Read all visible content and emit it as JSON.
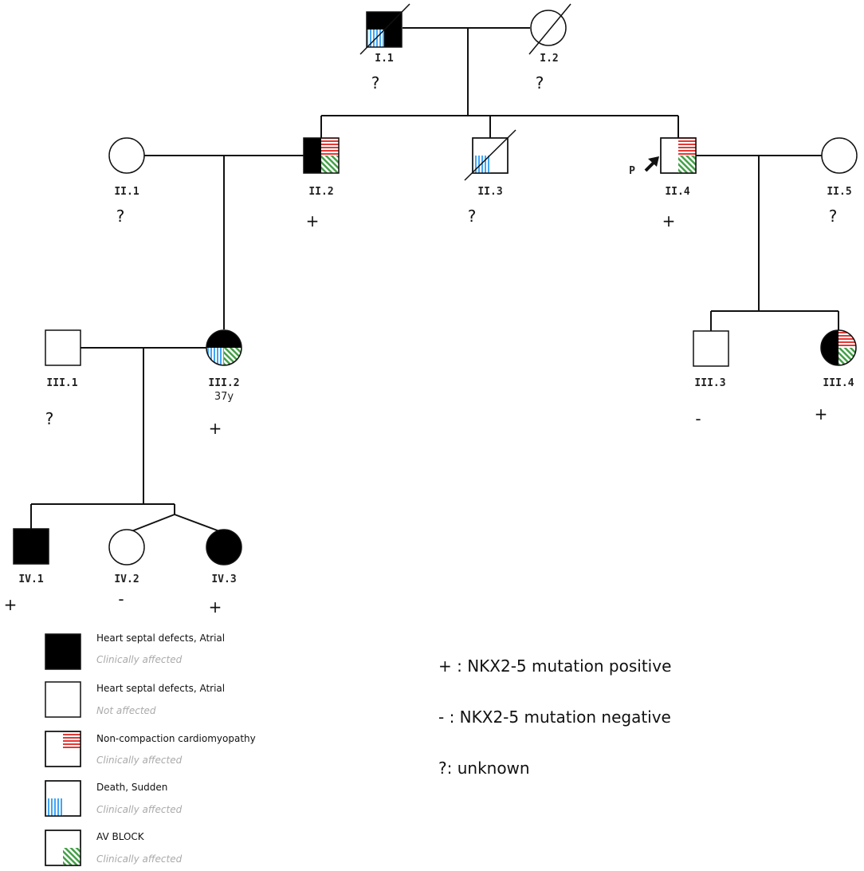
{
  "individuals": {
    "I1": {
      "label": "I.1",
      "status": "?"
    },
    "I2": {
      "label": "I.2",
      "status": "?"
    },
    "II1": {
      "label": "II.1",
      "status": "?"
    },
    "II2": {
      "label": "II.2",
      "status": "+"
    },
    "II3": {
      "label": "II.3",
      "status": "?"
    },
    "II4": {
      "label": "II.4",
      "status": "+",
      "proband_marker": "P"
    },
    "II5": {
      "label": "II.5",
      "status": "?"
    },
    "III1": {
      "label": "III.1",
      "status": "?"
    },
    "III2": {
      "label": "III.2",
      "age": "37y",
      "status": "+"
    },
    "III3": {
      "label": "III.3",
      "status": "-"
    },
    "III4": {
      "label": "III.4",
      "status": "+"
    },
    "IV1": {
      "label": "IV.1",
      "status": "+"
    },
    "IV2": {
      "label": "IV.2",
      "status": "-"
    },
    "IV3": {
      "label": "IV.3",
      "status": "+"
    }
  },
  "legend": [
    {
      "title": "Heart septal defects, Atrial",
      "subtitle": "Clinically affected"
    },
    {
      "title": "Heart septal defects, Atrial",
      "subtitle": "Not affected"
    },
    {
      "title": "Non-compaction cardiomyopathy",
      "subtitle": "Clinically affected"
    },
    {
      "title": "Death, Sudden",
      "subtitle": "Clinically affected"
    },
    {
      "title": "AV BLOCK",
      "subtitle": "Clinically affected"
    }
  ],
  "key": {
    "positive": "+ : NKX2-5 mutation positive",
    "negative": "- : NKX2-5 mutation negative",
    "unknown": "?: unknown"
  },
  "colors": {
    "affected": "#000000",
    "ncc_hatch": "#e53935",
    "sudden_death_hatch": "#42a5f5",
    "av_block_hatch": "#43a047",
    "line": "#111111"
  }
}
